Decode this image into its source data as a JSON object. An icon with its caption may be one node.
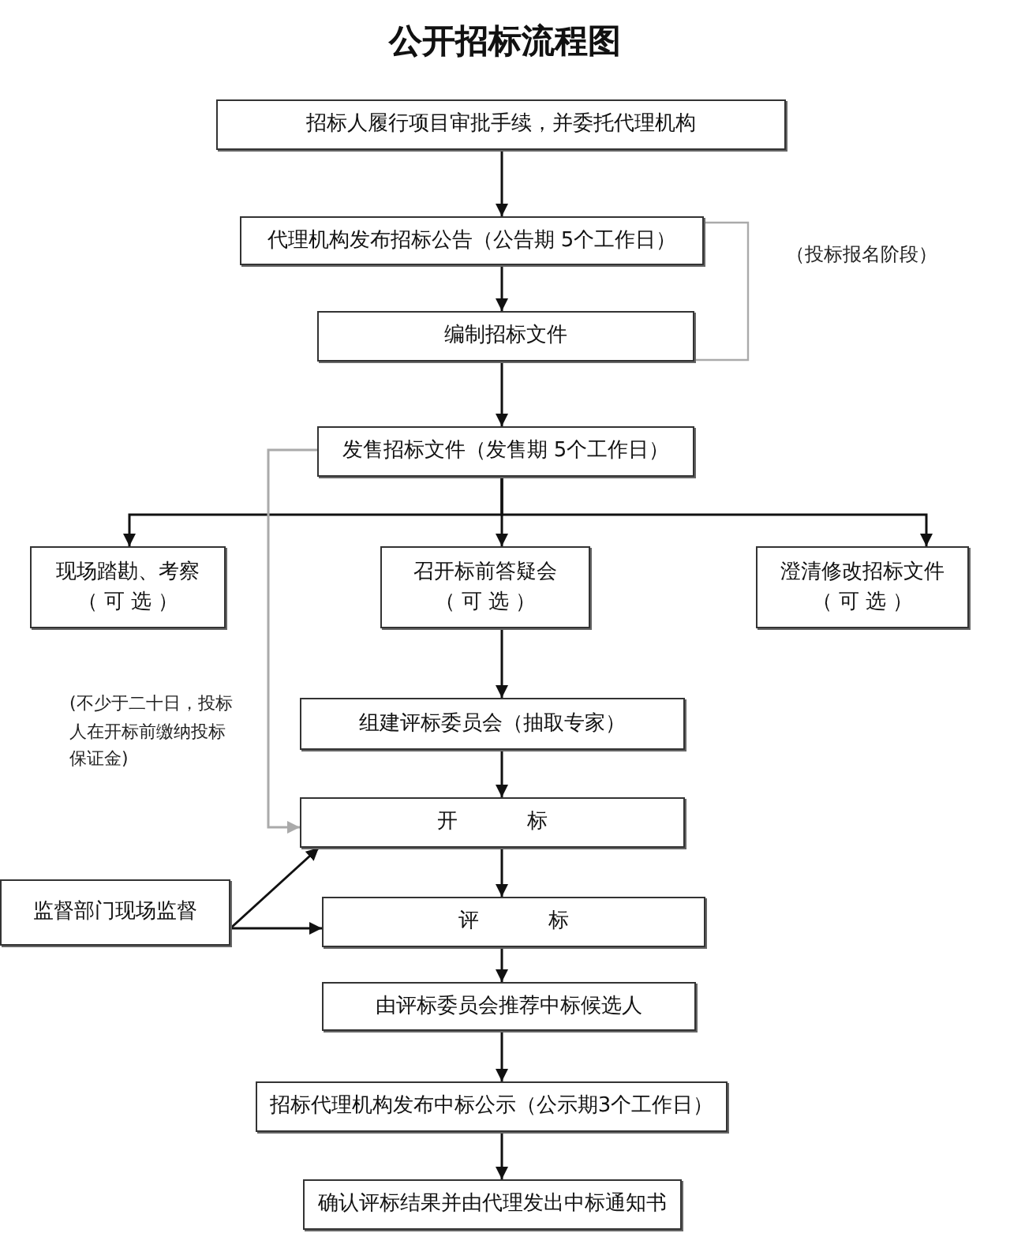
{
  "diagram": {
    "title": "公开招标流程图",
    "nodes": [
      {
        "text": [
          "招标人履行项目审批手续，并委托代理机构"
        ]
      },
      {
        "text": [
          "代理机构发布招标公告（公告期 5个工作日）"
        ]
      },
      {
        "text": [
          "编制招标文件"
        ]
      },
      {
        "text": [
          "发售招标文件（发售期 5个工作日）"
        ]
      },
      {
        "text": [
          "现场踏勘、考察",
          "（ 可 选 ）"
        ]
      },
      {
        "text": [
          "召开标前答疑会",
          "（ 可 选 ）"
        ]
      },
      {
        "text": [
          "澄清修改招标文件",
          "（ 可 选 ）"
        ]
      },
      {
        "text": [
          "组建评标委员会（抽取专家）"
        ]
      },
      {
        "text": [
          "开 标"
        ]
      },
      {
        "text": [
          "评 标"
        ]
      },
      {
        "text": [
          "由评标委员会推荐中标候选人"
        ]
      },
      {
        "text": [
          "招标代理机构发布中标公示（公示期3个工作日）"
        ]
      },
      {
        "text": [
          "确认评标结果并由代理发出中标通知书"
        ]
      },
      {
        "text": [
          "监督部门现场监督"
        ]
      }
    ],
    "edges": [
      {
        "from": 0,
        "to": 1,
        "arrow": "to"
      },
      {
        "from": 1,
        "to": 2,
        "arrow": "to"
      },
      {
        "from": 2,
        "to": 3,
        "arrow": "to"
      },
      {
        "from": 3,
        "to": 4,
        "arrow": "to"
      },
      {
        "from": 3,
        "to": 5,
        "arrow": "to"
      },
      {
        "from": 3,
        "to": 6,
        "arrow": "to"
      },
      {
        "from": 5,
        "to": 7,
        "arrow": "to"
      },
      {
        "from": 7,
        "to": 8,
        "arrow": "to"
      },
      {
        "from": 8,
        "to": 9,
        "arrow": "to"
      },
      {
        "from": 9,
        "to": 10,
        "arrow": "to"
      },
      {
        "from": 10,
        "to": 11,
        "arrow": "to"
      },
      {
        "from": 11,
        "to": 12,
        "arrow": "to"
      },
      {
        "from": 3,
        "to": 8,
        "arrow": "to",
        "color": "#aaaaaa"
      },
      {
        "from": 13,
        "to": 8,
        "arrow": "to"
      },
      {
        "from": 13,
        "to": 9,
        "arrow": "to"
      }
    ],
    "labels": [
      "（投标报名阶段）",
      "(不少于二十日，投标人在开标前缴纳投标保证金)"
    ]
  }
}
